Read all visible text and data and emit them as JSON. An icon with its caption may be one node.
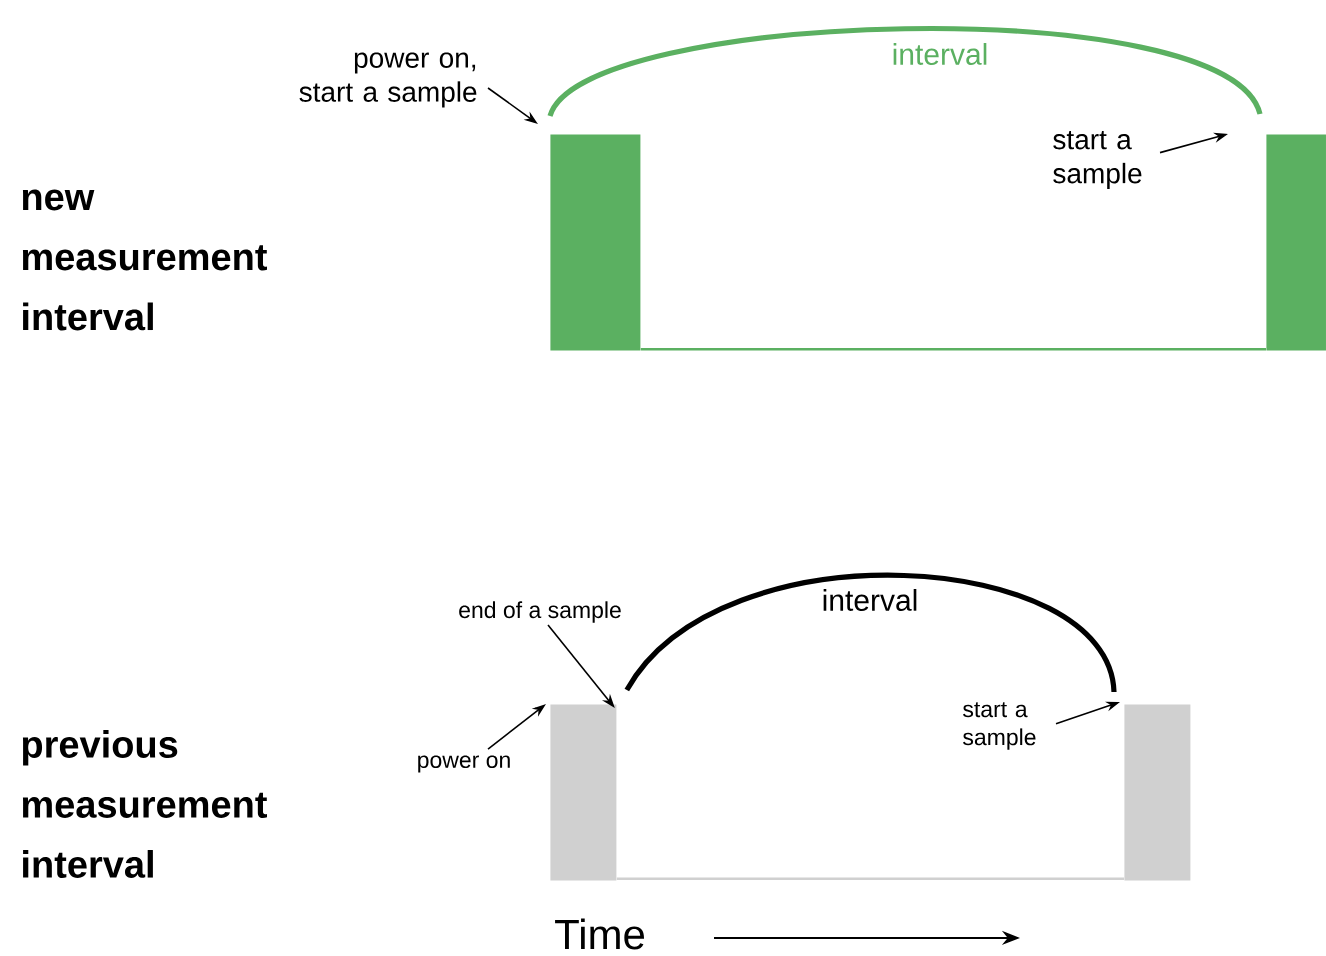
{
  "diagram": {
    "nodes": [
      {
        "text": [
          "power on, start a sample"
        ]
      },
      {
        "text": [],
        "shape": "bar"
      },
      {
        "text": [
          "start a sample"
        ]
      },
      {
        "text": [],
        "shape": "bar"
      },
      {
        "text": [
          "end of a sample"
        ]
      },
      {
        "text": [
          "power on"
        ]
      },
      {
        "text": [],
        "shape": "bar"
      },
      {
        "text": [
          "start a sample"
        ]
      },
      {
        "text": [],
        "shape": "bar"
      }
    ],
    "edges": [
      {
        "from": 0,
        "to": 1,
        "arrow": "to"
      },
      {
        "from": 2,
        "to": 3,
        "arrow": "to"
      },
      {
        "from": 1,
        "to": 3,
        "arrow": "none",
        "label": "interval",
        "style": "thick",
        "color": "#5bb061"
      },
      {
        "from": 4,
        "to": 6,
        "arrow": "to"
      },
      {
        "from": 5,
        "to": 6,
        "arrow": "to"
      },
      {
        "from": 7,
        "to": 8,
        "arrow": "to"
      },
      {
        "from": 6,
        "to": 8,
        "arrow": "none",
        "label": "interval",
        "style": "thick"
      },
      {
        "from": 1,
        "to": 3,
        "arrow": "none",
        "color": "#5bb061"
      },
      {
        "from": 6,
        "to": 8,
        "arrow": "none",
        "color": "#d0d0d0"
      }
    ],
    "labels": [
      "new measurement interval",
      "previous measurement interval",
      "Time"
    ]
  }
}
